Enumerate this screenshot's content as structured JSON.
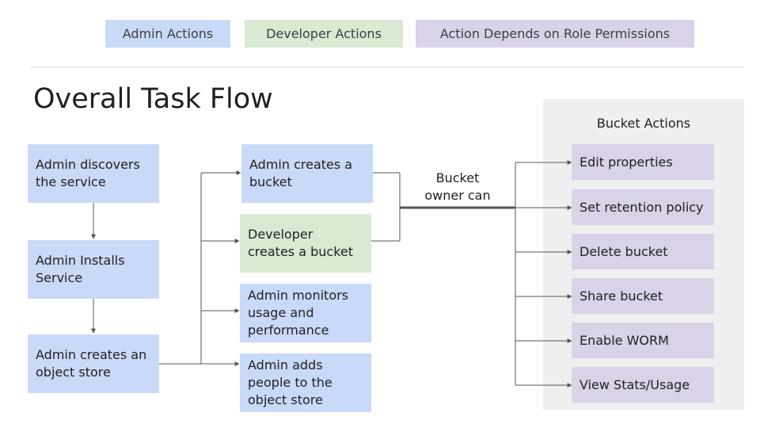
{
  "legend": {
    "admin": "Admin Actions",
    "developer": "Developer Actions",
    "role": "Action Depends on Role Permissions"
  },
  "title": "Overall Task Flow",
  "flow": {
    "discovers": "Admin discovers the service",
    "installs": "Admin Installs Service",
    "creates_store": "Admin creates an object store"
  },
  "tasks": {
    "admin_bucket": "Admin creates a bucket",
    "dev_bucket": "Developer creates a bucket",
    "monitors": "Admin monitors usage and performance",
    "adds_people": "Admin adds people to the object store"
  },
  "connector_label": "Bucket owner can",
  "bucket_actions": {
    "title": "Bucket Actions",
    "items": [
      "Edit properties",
      "Set retention policy",
      "Delete bucket",
      "Share bucket",
      "Enable WORM",
      "View Stats/Usage"
    ]
  },
  "colors": {
    "admin": "#c9daf8",
    "developer": "#d9ead3",
    "role": "#d9d2e9",
    "panel": "#efefef",
    "line": "#555555"
  }
}
